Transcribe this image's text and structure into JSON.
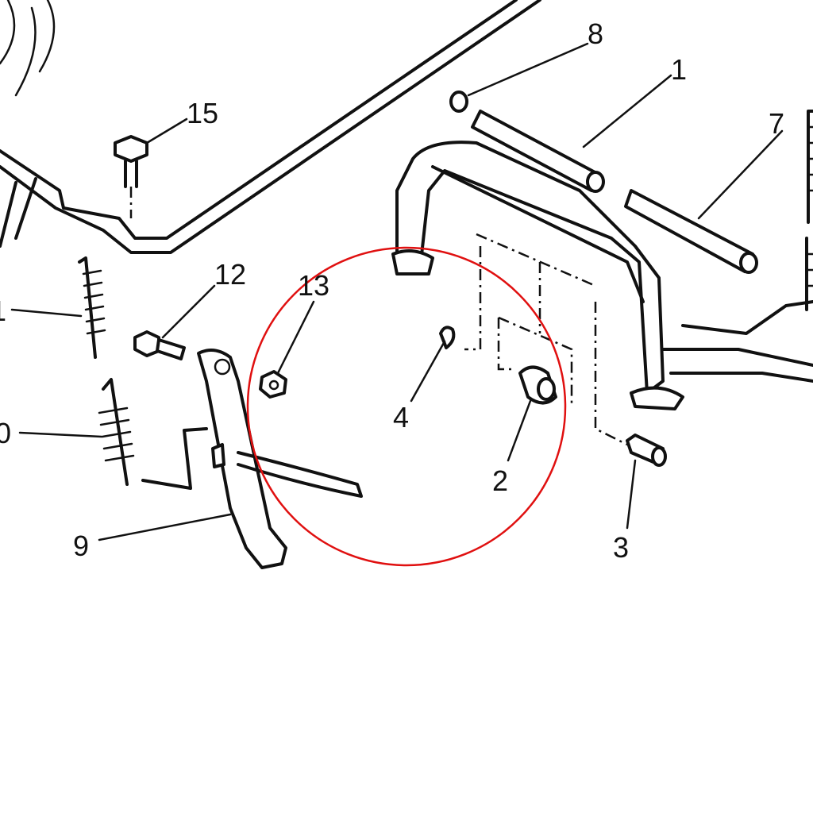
{
  "diagram": {
    "title": "Stand exploded parts diagram",
    "highlight_color": "#e01010",
    "callouts": [
      {
        "id": "callout-8",
        "label": "8"
      },
      {
        "id": "callout-1",
        "label": "1"
      },
      {
        "id": "callout-15",
        "label": "15"
      },
      {
        "id": "callout-7",
        "label": "7"
      },
      {
        "id": "callout-12",
        "label": "12"
      },
      {
        "id": "callout-13",
        "label": "13"
      },
      {
        "id": "callout-11",
        "label": "1"
      },
      {
        "id": "callout-10",
        "label": "0"
      },
      {
        "id": "callout-4",
        "label": "4"
      },
      {
        "id": "callout-2",
        "label": "2"
      },
      {
        "id": "callout-9",
        "label": "9"
      },
      {
        "id": "callout-3",
        "label": "3"
      }
    ]
  }
}
